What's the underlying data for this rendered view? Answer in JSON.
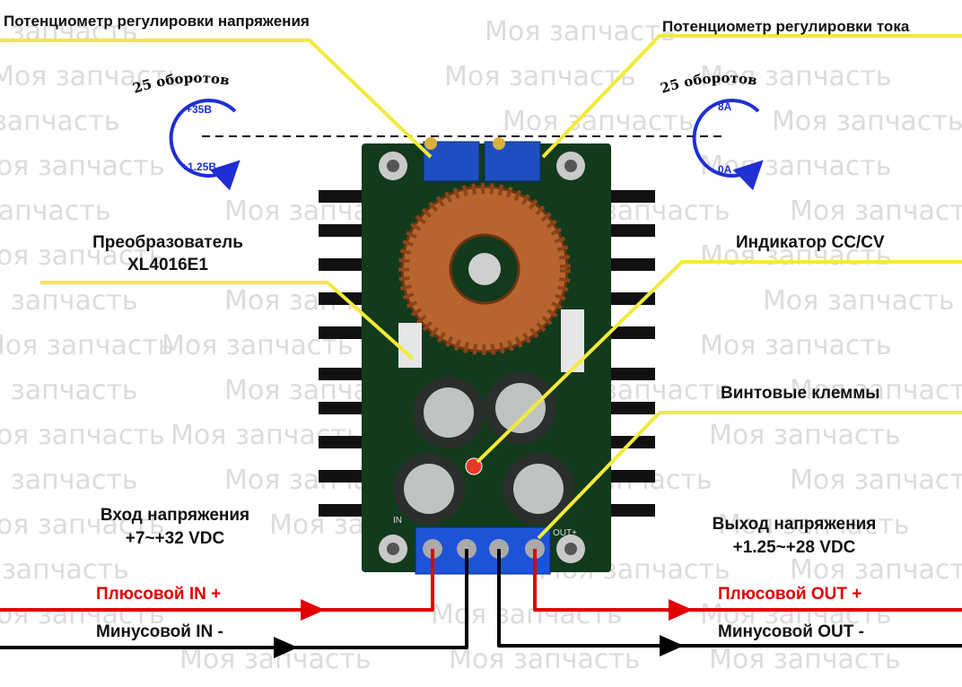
{
  "watermark": {
    "text": "Моя запчасть"
  },
  "labels": {
    "pot_voltage": "Потенциометр регулировки напряжения",
    "pot_current": "Потенциометр регулировки тока",
    "turns_left": "25 оборотов",
    "turns_right": "25 оборотов",
    "v_max": "+35В",
    "v_min": "+1.25В",
    "i_max": "8А",
    "i_min": "0А",
    "converter_line1": "Преобразователь",
    "converter_line2": "XL4016E1",
    "indicator": "Индикатор CC/CV",
    "terminals": "Винтовые клеммы",
    "input_line1": "Вход напряжения",
    "input_line2": "+7~+32 VDC",
    "output_line1": "Выход напряжения",
    "output_line2": "+1.25~+28 VDC",
    "plus_in": "Плюсовой IN +",
    "minus_in": "Минусовой IN -",
    "plus_out": "Плюсовой OUT +",
    "minus_out": "Минусовой OUT -",
    "pcb_in": "IN",
    "pcb_out": "OUT+"
  },
  "colors": {
    "callout_line": "#f2ea3a",
    "arrow_blue": "#1f2fd4",
    "wire_red": "#e00000",
    "wire_black": "#000000",
    "pcb_green": "#123a1c",
    "heatsink": "#111111",
    "pot_blue": "#1e4fc0",
    "terminal_blue": "#1d53d6",
    "copper": "#b8642e"
  }
}
